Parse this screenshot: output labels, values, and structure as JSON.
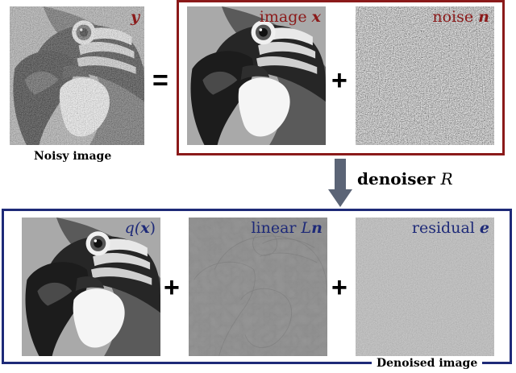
{
  "noisy": {
    "symbol": "y",
    "caption": "Noisy image",
    "label_color": "#8b1a1a"
  },
  "top_box": {
    "border_color": "#8b1a1a",
    "image_word": "image ",
    "image_symbol": "x",
    "noise_word": "noise ",
    "noise_symbol": "n",
    "label_color": "#8b1a1a"
  },
  "equals": "=",
  "plus": "+",
  "denoiser": {
    "word": "denoiser ",
    "symbol": "R",
    "arrow_color": "#5b6476"
  },
  "bottom_box": {
    "border_color": "#1e2a78",
    "caption": "Denoised image",
    "q_open": "q(",
    "q_symbol": "x",
    "q_close": ")",
    "linear_word": "linear ",
    "linear_L": "L",
    "linear_n": "n",
    "residual_word": "residual ",
    "residual_symbol": "e",
    "label_color": "#1e2a78"
  },
  "icons": [
    "parrot-image",
    "noise-texture",
    "arrow-down-icon"
  ]
}
